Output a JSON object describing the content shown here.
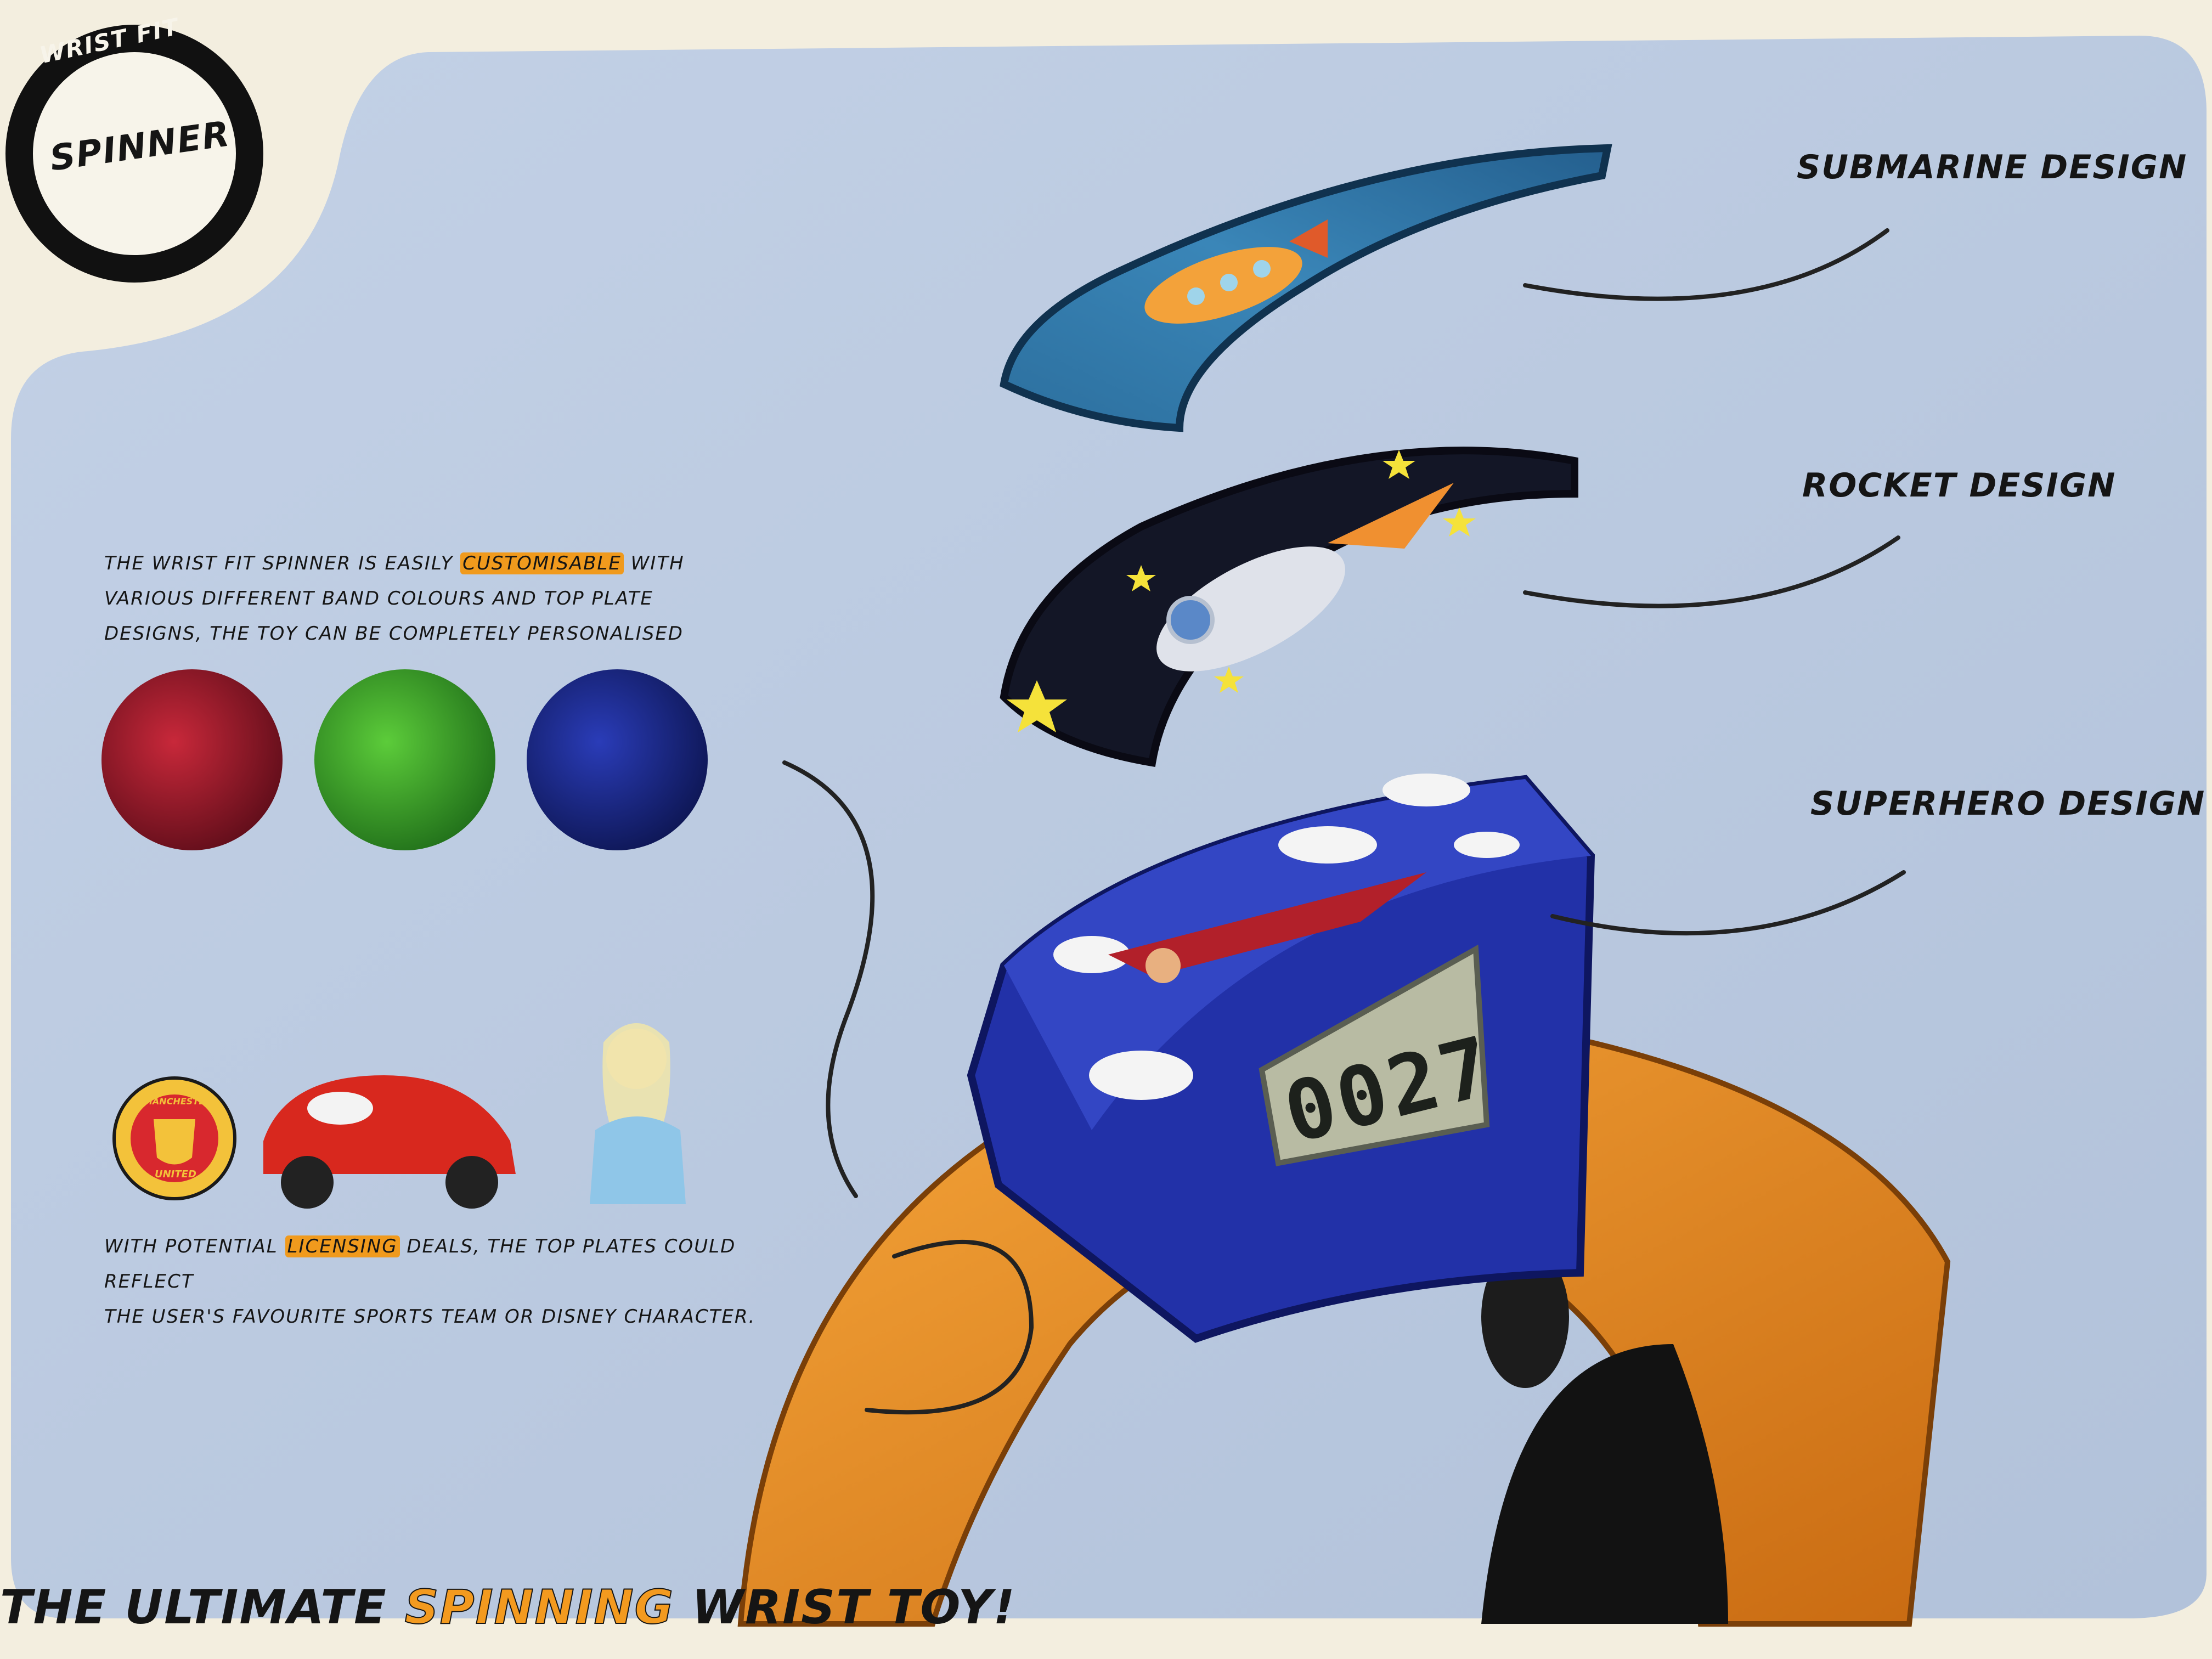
{
  "logo": {
    "top_word": "WRIST FIT",
    "main_word": "SPINNER"
  },
  "designs": [
    {
      "label": "SUBMARINE DESIGN"
    },
    {
      "label": "ROCKET DESIGN"
    },
    {
      "label": "SUPERHERO DESIGN"
    }
  ],
  "customise_text": {
    "line1_before": "THE WRIST FIT SPINNER IS EASILY",
    "highlight": "CUSTOMISABLE",
    "line1_after": "WITH",
    "line2": "VARIOUS DIFFERENT BAND COLOURS AND TOP PLATE",
    "line3": "DESIGNS, THE TOY CAN BE COMPLETELY PERSONALISED"
  },
  "band_colours": [
    "#a01828",
    "#3aa82a",
    "#1a2a8e"
  ],
  "licensing_text": {
    "line1_before": "WITH POTENTIAL",
    "highlight": "LICENSING",
    "line1_after": "DEALS, THE TOP PLATES COULD REFLECT",
    "line2": "THE USER'S FAVOURITE SPORTS TEAM OR DISNEY CHARACTER."
  },
  "licence_badges": {
    "crest_top": "MANCHESTER",
    "crest_bottom": "UNITED"
  },
  "lcd_display": "0027",
  "tagline": {
    "before": "THE ULTIMATE",
    "highlight": "SPINNING",
    "after": "WRIST TOY!"
  },
  "colors": {
    "panel": "#b9c9e0",
    "accent": "#f39a1f",
    "frame": "#f3eedf"
  }
}
